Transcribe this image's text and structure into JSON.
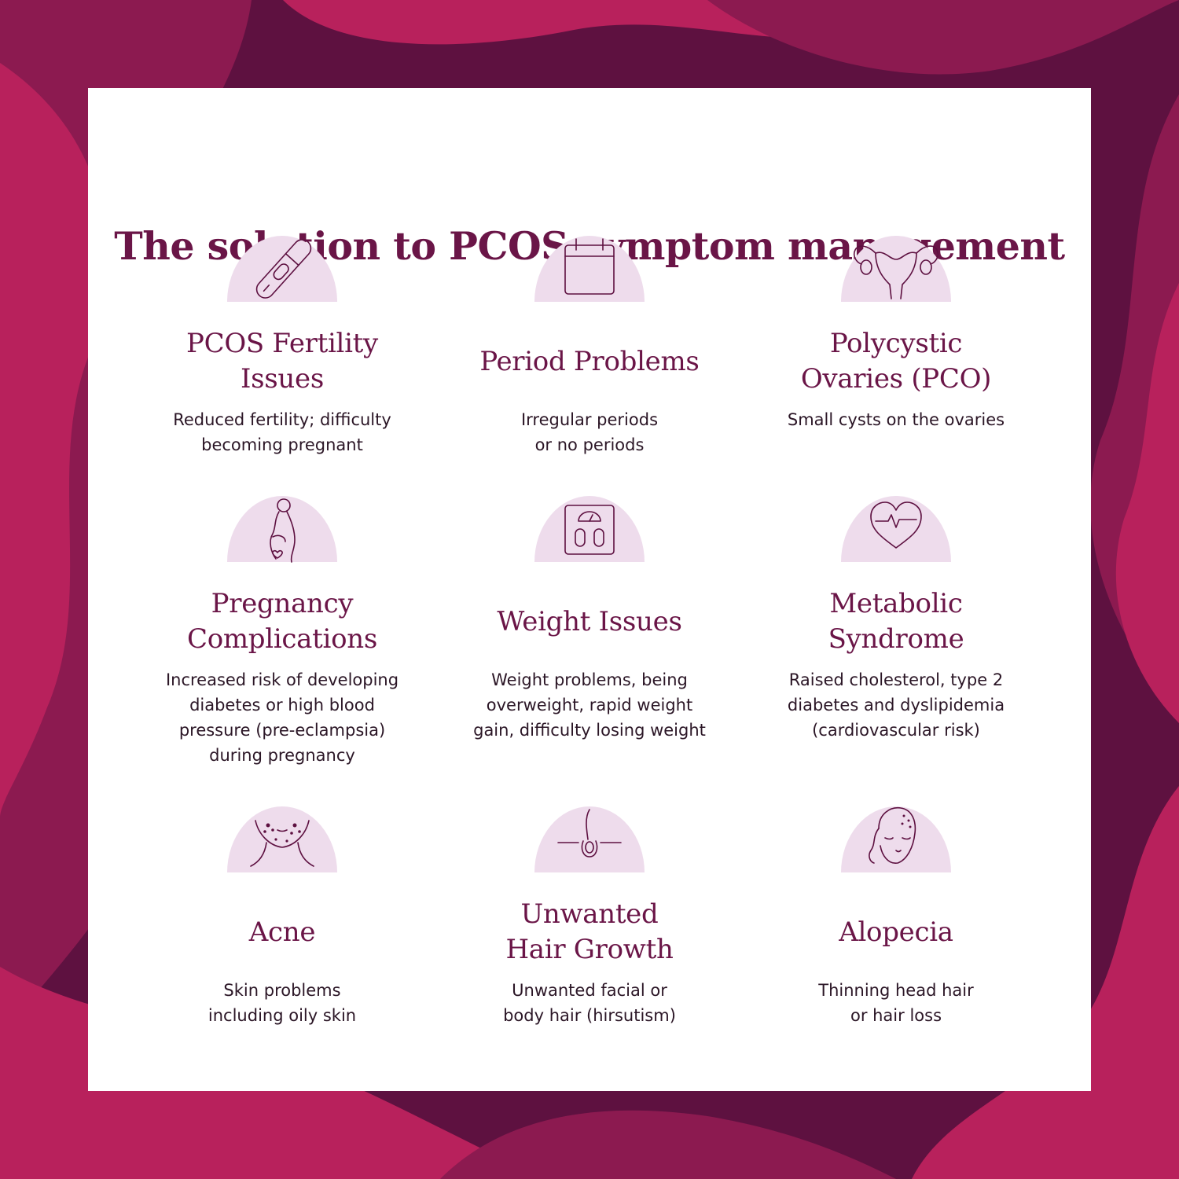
{
  "title": "The solution to PCOS symptom management",
  "colors": {
    "background_dark": "#5e1140",
    "background_mid": "#8c1a50",
    "background_bright": "#b8215c",
    "accent_text": "#6a1547",
    "icon_dome": "#eedcec"
  },
  "symptoms": [
    {
      "heading": "PCOS Fertility\nIssues",
      "description": "Reduced fertility; difficulty\nbecoming pregnant",
      "icon": "pregnancy-test-icon"
    },
    {
      "heading": "Period Problems",
      "description": "Irregular periods\nor no periods",
      "icon": "calendar-icon"
    },
    {
      "heading": "Polycystic\nOvaries (PCO)",
      "description": "Small cysts on the ovaries",
      "icon": "uterus-ovaries-icon"
    },
    {
      "heading": "Pregnancy\nComplications",
      "description": "Increased risk of developing\ndiabetes or high blood\npressure (pre-eclampsia)\nduring pregnancy",
      "icon": "pregnant-woman-icon"
    },
    {
      "heading": "Weight Issues",
      "description": "Weight problems, being\noverweight, rapid weight\ngain, difficulty losing weight",
      "icon": "bathroom-scale-icon"
    },
    {
      "heading": "Metabolic\nSyndrome",
      "description": "Raised cholesterol, type 2\ndiabetes and dyslipidemia\n(cardiovascular risk)",
      "icon": "heart-pulse-icon"
    },
    {
      "heading": "Acne",
      "description": "Skin problems\nincluding oily skin",
      "icon": "acne-face-icon"
    },
    {
      "heading": "Unwanted\nHair Growth",
      "description": "Unwanted facial or\nbody hair (hirsutism)",
      "icon": "hair-follicle-icon"
    },
    {
      "heading": "Alopecia",
      "description": "Thinning head hair\nor hair loss",
      "icon": "thinning-hair-face-icon"
    }
  ]
}
